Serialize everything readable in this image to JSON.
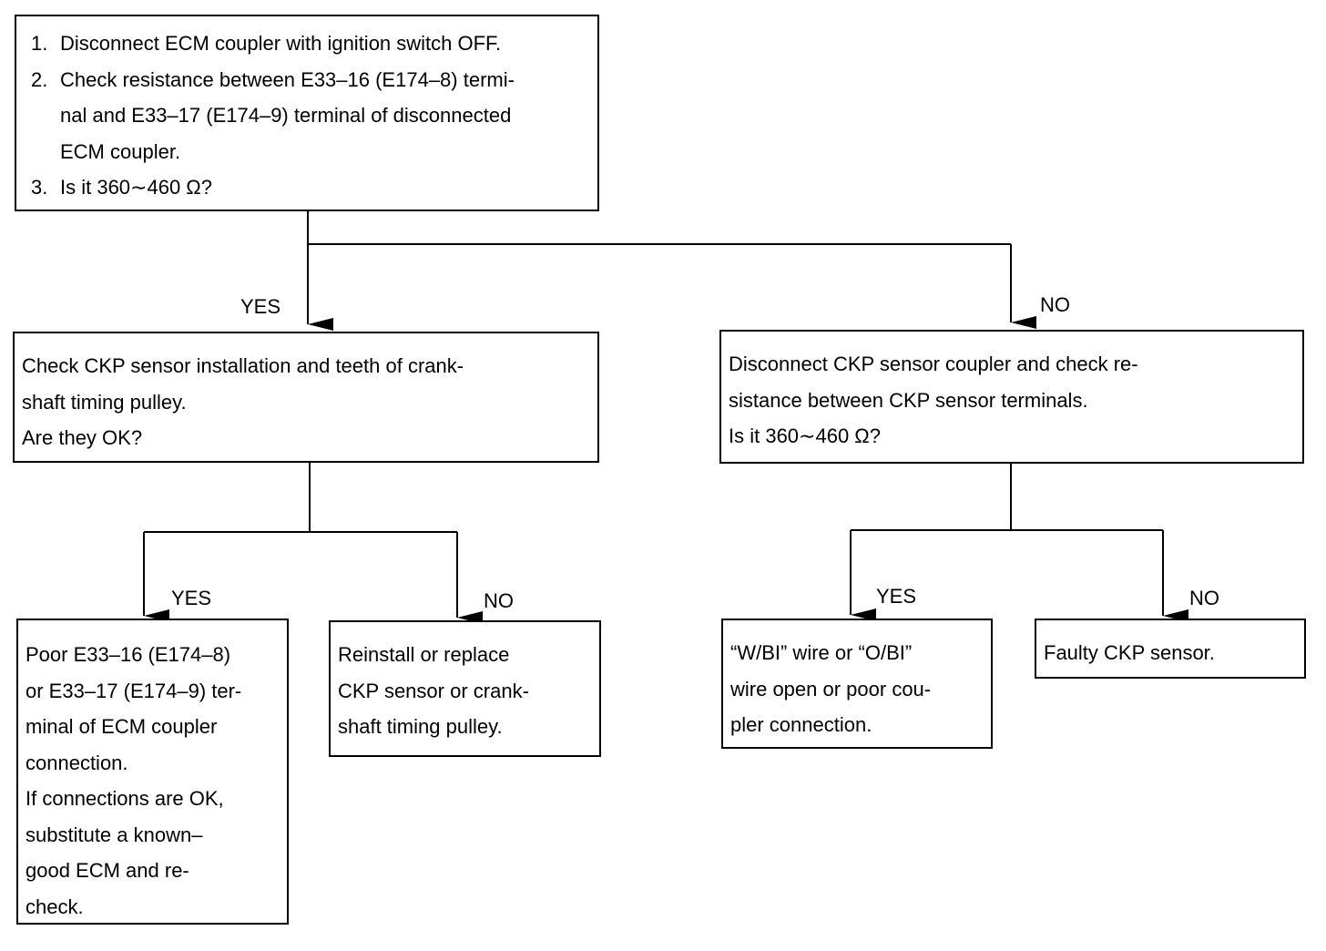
{
  "start": {
    "steps": [
      {
        "num": "1.",
        "lines": [
          "Disconnect ECM coupler with ignition switch OFF."
        ]
      },
      {
        "num": "2.",
        "lines": [
          "Check resistance between E33–16 (E174–8) termi-",
          "nal and E33–17 (E174–9) terminal of disconnected",
          "ECM coupler."
        ]
      },
      {
        "num": "3.",
        "lines": [
          "Is it 360∼460 Ω?"
        ]
      }
    ]
  },
  "labels": {
    "yes": "YES",
    "no": "NO"
  },
  "check_ckp_install": {
    "lines": [
      "Check CKP sensor installation and teeth of crank-",
      "shaft timing pulley.",
      "Are they OK?"
    ]
  },
  "check_ckp_resistance": {
    "lines": [
      "Disconnect CKP sensor coupler and check re-",
      "sistance between CKP sensor terminals.",
      "Is it 360∼460 Ω?"
    ]
  },
  "result_poor_terminal": {
    "lines": [
      "Poor E33–16 (E174–8)",
      "or E33–17 (E174–9) ter-",
      "minal of ECM coupler",
      "connection.",
      "If connections are OK,",
      "substitute a known–",
      "good ECM and re-",
      "check."
    ]
  },
  "result_reinstall": {
    "lines": [
      "Reinstall or replace",
      "CKP sensor or crank-",
      "shaft timing pulley."
    ]
  },
  "result_wire_open": {
    "lines": [
      "“W/BI” wire or “O/BI”",
      "wire open or poor cou-",
      "pler connection."
    ]
  },
  "result_faulty_sensor": {
    "lines": [
      "Faulty CKP sensor."
    ]
  }
}
